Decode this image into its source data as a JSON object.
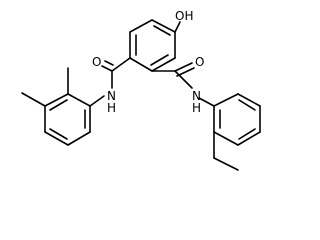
{
  "atom_labels": {
    "hydroxyl": "OH",
    "left_carbonyl_oxygen": "O",
    "right_carbonyl_oxygen": "O",
    "left_amide_nh": "N",
    "left_amide_h": "H",
    "right_amide_nh": "N",
    "right_amide_h": "H"
  },
  "colors": {
    "bond": "#000000",
    "label": "#000000",
    "background": "#ffffff"
  }
}
